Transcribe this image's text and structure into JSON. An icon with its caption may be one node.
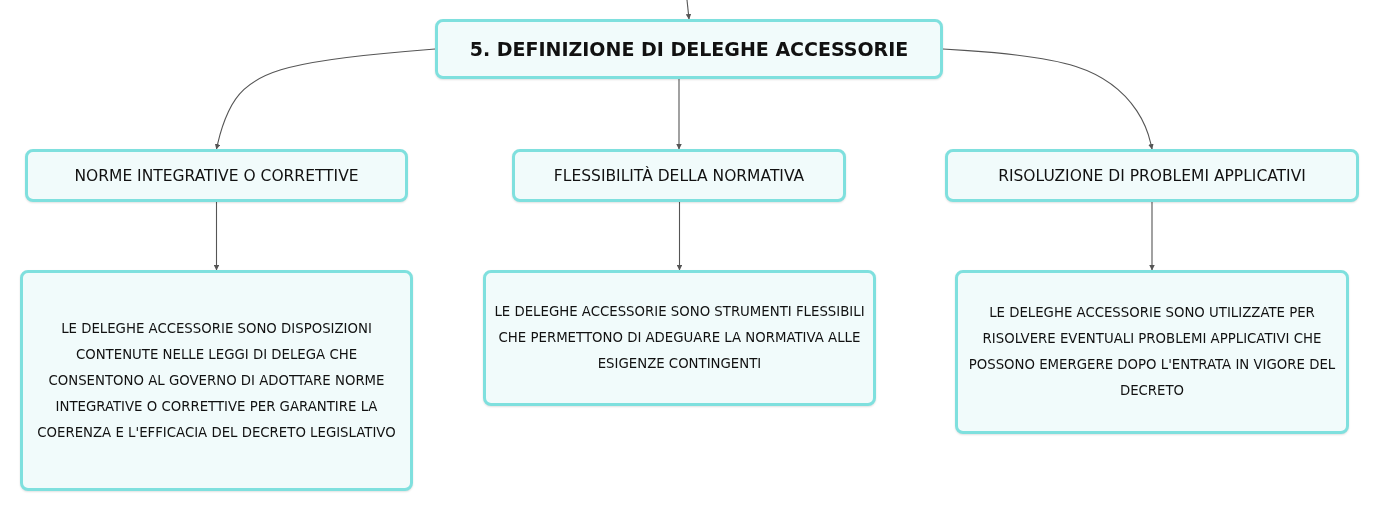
{
  "diagram": {
    "nodes": [
      {
        "text": [
          "5. DEFINIZIONE DI DELEGHE ACCESSORIE"
        ]
      },
      {
        "text": [
          "NORME INTEGRATIVE O CORRETTIVE"
        ]
      },
      {
        "text": [
          "FLESSIBILITÀ DELLA NORMATIVA"
        ]
      },
      {
        "text": [
          "RISOLUZIONE DI PROBLEMI APPLICATIVI"
        ]
      },
      {
        "text": [
          "LE DELEGHE ACCESSORIE SONO DISPOSIZIONI CONTENUTE NELLE LEGGI DI DELEGA CHE CONSENTONO AL GOVERNO DI ADOTTARE NORME INTEGRATIVE O CORRETTIVE PER GARANTIRE LA COERENZA E L'EFFICACIA DEL DECRETO LEGISLATIVO"
        ]
      },
      {
        "text": [
          "LE DELEGHE ACCESSORIE SONO STRUMENTI FLESSIBILI CHE PERMETTONO DI ADEGUARE LA NORMATIVA ALLE ESIGENZE CONTINGENTI"
        ]
      },
      {
        "text": [
          "LE DELEGHE ACCESSORIE SONO UTILIZZATE PER RISOLVERE EVENTUALI PROBLEMI APPLICATIVI CHE POSSONO EMERGERE DOPO L'ENTRATA IN VIGORE DEL DECRETO"
        ]
      }
    ],
    "edges": [
      {
        "from": null,
        "to": 0,
        "arrow": "to"
      },
      {
        "from": 0,
        "to": 1,
        "arrow": "to"
      },
      {
        "from": 0,
        "to": 2,
        "arrow": "to"
      },
      {
        "from": 0,
        "to": 3,
        "arrow": "to"
      },
      {
        "from": 1,
        "to": 4,
        "arrow": "to"
      },
      {
        "from": 2,
        "to": 5,
        "arrow": "to"
      },
      {
        "from": 3,
        "to": 6,
        "arrow": "to"
      }
    ]
  }
}
